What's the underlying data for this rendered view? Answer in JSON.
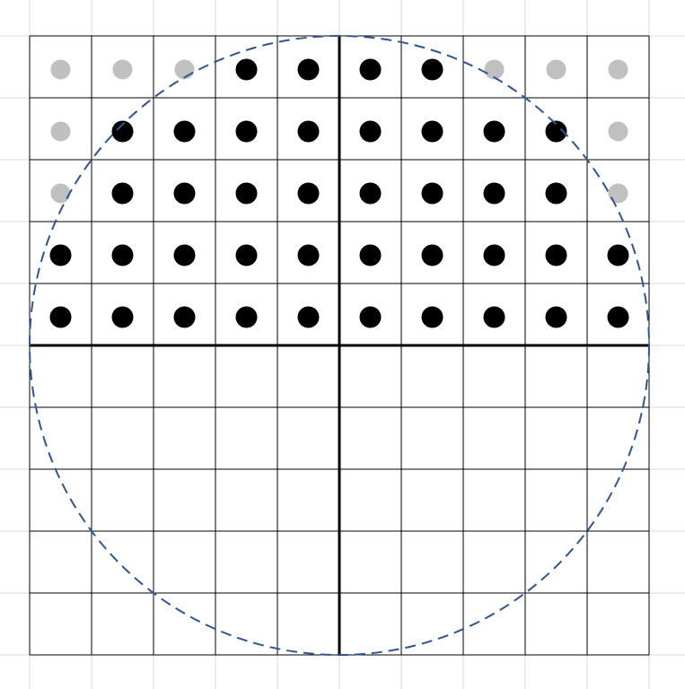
{
  "grid": {
    "columns": 10,
    "rows": 10
  },
  "circle": {
    "style": "dashed",
    "color": "#2f5591"
  },
  "dots": {
    "filled_color": "#000000",
    "empty_color": "#c0c0c0",
    "rows": [
      [
        0,
        0,
        0,
        1,
        1,
        1,
        1,
        0,
        0,
        0
      ],
      [
        0,
        1,
        1,
        1,
        1,
        1,
        1,
        1,
        1,
        0
      ],
      [
        0,
        1,
        1,
        1,
        1,
        1,
        1,
        1,
        1,
        0
      ],
      [
        1,
        1,
        1,
        1,
        1,
        1,
        1,
        1,
        1,
        1
      ],
      [
        1,
        1,
        1,
        1,
        1,
        1,
        1,
        1,
        1,
        1
      ]
    ]
  },
  "colors": {
    "background_grid": "#d9d9d9",
    "grid_line": "#000000",
    "axis_line": "#000000"
  }
}
